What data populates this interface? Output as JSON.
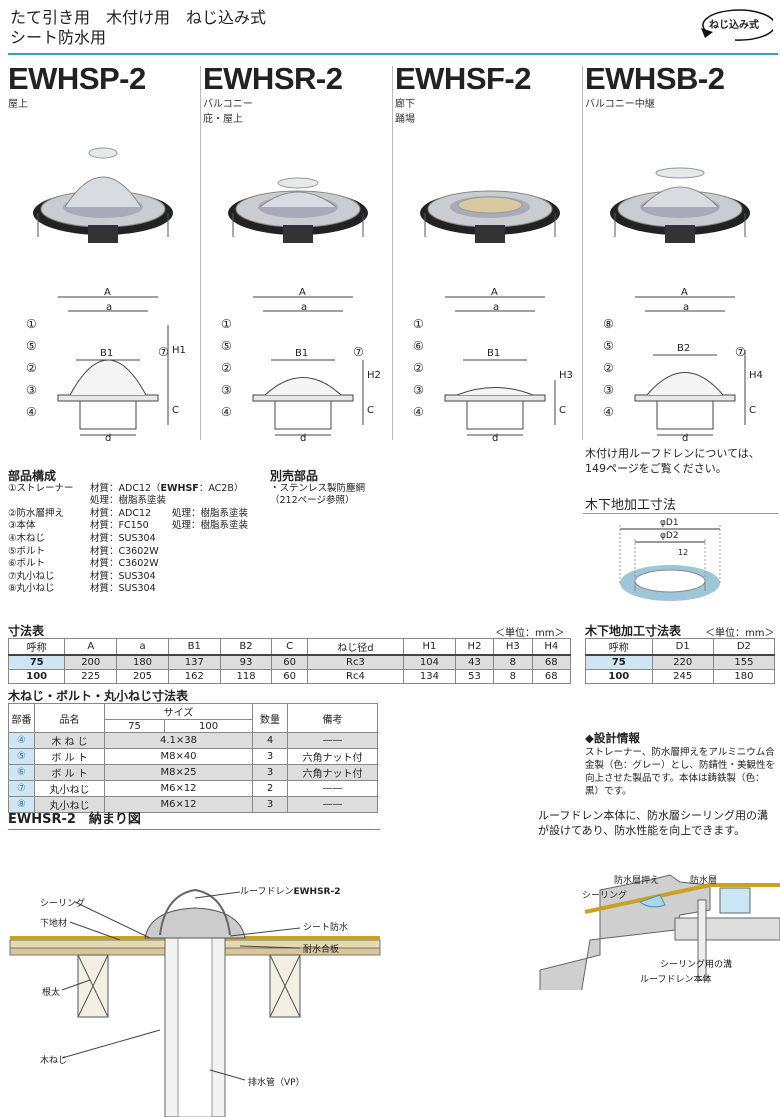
{
  "header": {
    "line1": "たて引き用　木付け用　ねじ込み式",
    "line2": "シート防水用",
    "badge": "ねじ込み式"
  },
  "models": [
    {
      "name": "EWHSP-2",
      "sub": [
        "屋上"
      ],
      "nums_left": [
        "①",
        "⑤",
        "②",
        "③",
        "④"
      ],
      "num_right": "⑦",
      "dims": {
        "A": "A",
        "a": "a",
        "B": "B1",
        "H": "H1",
        "C": "C",
        "d": "d"
      }
    },
    {
      "name": "EWHSR-2",
      "sub": [
        "バルコニー",
        "庇・屋上"
      ],
      "nums_left": [
        "①",
        "⑤",
        "②",
        "③",
        "④"
      ],
      "num_right": "⑦",
      "dims": {
        "A": "A",
        "a": "a",
        "B": "B1",
        "H": "H2",
        "C": "C",
        "d": "d"
      }
    },
    {
      "name": "EWHSF-2",
      "sub": [
        "廊下",
        "踊場"
      ],
      "nums_left": [
        "①",
        "⑥",
        "②",
        "③",
        "④"
      ],
      "num_right": "",
      "dims": {
        "A": "A",
        "a": "a",
        "B": "B1",
        "H": "H3",
        "C": "C",
        "d": "d"
      }
    },
    {
      "name": "EWHSB-2",
      "sub": [
        "バルコニー中継"
      ],
      "nums_left": [
        "⑧",
        "⑤",
        "②",
        "③",
        "④"
      ],
      "num_right": "⑦",
      "dims": {
        "A": "A",
        "a": "a",
        "B": "B2",
        "H": "H4",
        "C": "C",
        "d": "d"
      }
    }
  ],
  "wood_note": [
    "木付け用ルーフドレンについては、",
    "149ページをご覧ください。"
  ],
  "wood_proc": {
    "title": "木下地加工寸法",
    "d1": "φD1",
    "d2": "φD2",
    "d12": "12"
  },
  "parts": {
    "title": "部品構成",
    "items": [
      {
        "n": "①ストレーナー",
        "m": "材質：ADC12（",
        "bold": "EWHSF",
        "m2": "：AC2B）",
        "t": ""
      },
      {
        "n": "",
        "m": "処理：樹脂系塗装",
        "t": ""
      },
      {
        "n": "②防水層押え",
        "m": "材質：ADC12",
        "t": "処理：樹脂系塗装"
      },
      {
        "n": "③本体",
        "m": "材質：FC150",
        "t": "処理：樹脂系塗装"
      },
      {
        "n": "④木ねじ",
        "m": "材質：SUS304",
        "t": ""
      },
      {
        "n": "⑤ボルト",
        "m": "材質：C3602W",
        "t": ""
      },
      {
        "n": "⑥ボルト",
        "m": "材質：C3602W",
        "t": ""
      },
      {
        "n": "⑦丸小ねじ",
        "m": "材質：SUS304",
        "t": ""
      },
      {
        "n": "⑧丸小ねじ",
        "m": "材質：SUS304",
        "t": ""
      }
    ]
  },
  "options": {
    "title": "別売部品",
    "line1": "・ステンレス製防塵網",
    "line2": "（212ページ参照）"
  },
  "dim_table": {
    "title": "寸法表",
    "unit": "＜単位：mm＞",
    "headers": [
      "呼称",
      "A",
      "a",
      "B1",
      "B2",
      "C",
      "ねじ径d",
      "H1",
      "H2",
      "H3",
      "H4"
    ],
    "rows": [
      [
        "75",
        "200",
        "180",
        "137",
        "93",
        "60",
        "Rc3",
        "104",
        "43",
        "8",
        "68"
      ],
      [
        "100",
        "225",
        "205",
        "162",
        "118",
        "60",
        "Rc4",
        "134",
        "53",
        "8",
        "68"
      ]
    ]
  },
  "wood_table": {
    "title": "木下地加工寸法表",
    "unit": "＜単位：mm＞",
    "headers": [
      "呼称",
      "D1",
      "D2"
    ],
    "rows": [
      [
        "75",
        "220",
        "155"
      ],
      [
        "100",
        "245",
        "180"
      ]
    ]
  },
  "screw_table": {
    "title": "木ねじ・ボルト・丸小ねじ寸法表",
    "h_no": "部番",
    "h_name": "品名",
    "h_size": "サイズ",
    "h_75": "75",
    "h_100": "100",
    "h_qty": "数量",
    "h_note": "備考",
    "rows": [
      [
        "④",
        "木 ね じ",
        "4.1×38",
        "4",
        "——"
      ],
      [
        "⑤",
        "ボ ル ト",
        "M8×40",
        "3",
        "六角ナット付"
      ],
      [
        "⑥",
        "ボ ル ト",
        "M8×25",
        "3",
        "六角ナット付"
      ],
      [
        "⑦",
        "丸小ねじ",
        "M6×12",
        "2",
        "——"
      ],
      [
        "⑧",
        "丸小ねじ",
        "M6×12",
        "3",
        "——"
      ]
    ]
  },
  "design": {
    "title": "◆設計情報",
    "text": "ストレーナー、防水層押えをアルミニウム合金製（色：グレー）とし、防錆性・美観性を向上させた製品です。本体は鋳鉄製（色：黒）です。"
  },
  "install": {
    "title": "EWHSR-2　納まり図",
    "labels": {
      "sealing": "シーリング",
      "base": "下地材",
      "joist": "根太",
      "screw": "木ねじ",
      "drain": "ルーフドレン",
      "drain_model": "EWHSR-2",
      "sheet": "シート防水",
      "plywood": "耐水合板",
      "pipe": "排水管（VP）"
    }
  },
  "seal": {
    "text": "ルーフドレン本体に、防水層シーリング用の溝が設けてあり、防水性能を向上できます。",
    "labels": {
      "press": "防水層押え",
      "layer": "防水層",
      "sealing": "シーリング",
      "groove": "シーリング用の溝",
      "body": "ルーフドレン本体"
    }
  },
  "colors": {
    "accent": "#3a9fb8",
    "highlight": "#cfe6f2",
    "row": "#dddddd",
    "membrane": "#d8b02a"
  }
}
